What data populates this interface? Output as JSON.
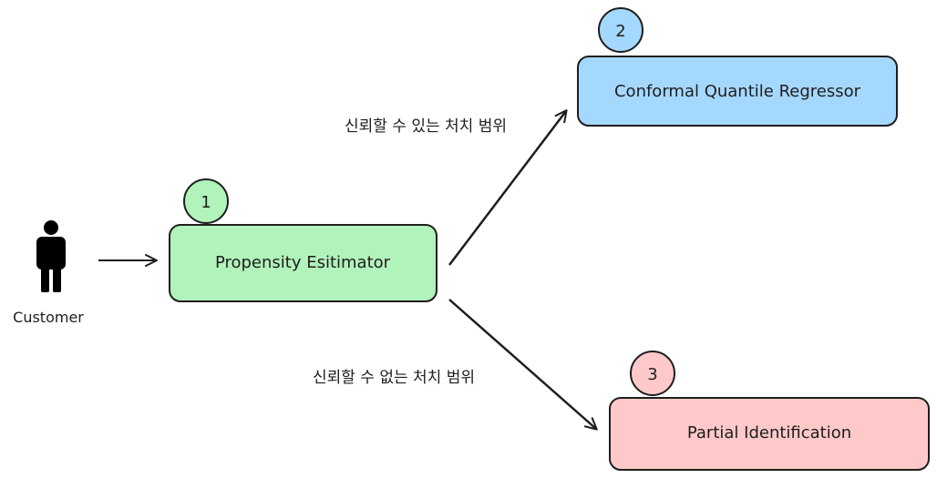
{
  "actor": {
    "label": "Customer"
  },
  "nodes": {
    "propensity": {
      "badge": "1",
      "label": "Propensity Esitimator",
      "fill": "#b2f2bb",
      "badge_fill": "#b2f2bb"
    },
    "conformal": {
      "badge": "2",
      "label": "Conformal Quantile Regressor",
      "fill": "#a5d8ff",
      "badge_fill": "#a5d8ff"
    },
    "partial": {
      "badge": "3",
      "label": "Partial Identification",
      "fill": "#ffc9c9",
      "badge_fill": "#ffc9c9"
    }
  },
  "edges": {
    "reliable": {
      "label": "신뢰할 수 있는 처치 범위"
    },
    "unreliable": {
      "label": "신뢰할 수 없는 처치 범위"
    }
  },
  "colors": {
    "stroke": "#1e1e1e"
  }
}
